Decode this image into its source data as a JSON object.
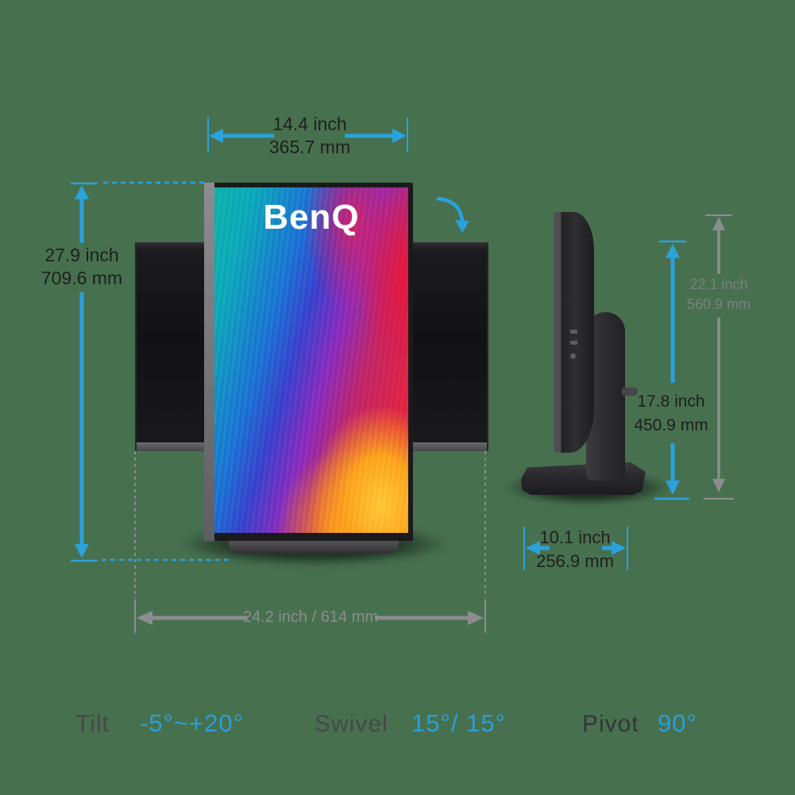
{
  "page": {
    "background_color": "#47704f"
  },
  "colors": {
    "accent_blue": "#2aa2dc",
    "dimension_gray": "#8d8d90",
    "text_dark": "#1f1f1f"
  },
  "icons": {
    "pivot_rotation": "curved-clockwise-arrow",
    "dimension_lines": "double-headed-arrow"
  },
  "brand": {
    "logo": "BenQ"
  },
  "dimensions": {
    "screen_width": {
      "inch": "14.4 inch",
      "mm": "365.7 mm"
    },
    "pivot_height": {
      "inch": "27.9 inch",
      "mm": "709.6 mm"
    },
    "total_height": {
      "inch": "22.1 inch",
      "mm": "560.9 mm"
    },
    "stand_height": {
      "inch": "17.8 inch",
      "mm": "450.9 mm"
    },
    "base_depth": {
      "inch": "10.1 inch",
      "mm": "256.9 mm"
    },
    "total_width": {
      "label": "24.2 inch / 614 mm"
    }
  },
  "ergonomics": [
    {
      "name": "Tilt",
      "value": "-5°~+20°"
    },
    {
      "name": "Swivel",
      "value": "15°/ 15°"
    },
    {
      "name": "Pivot",
      "value": "90°"
    }
  ]
}
